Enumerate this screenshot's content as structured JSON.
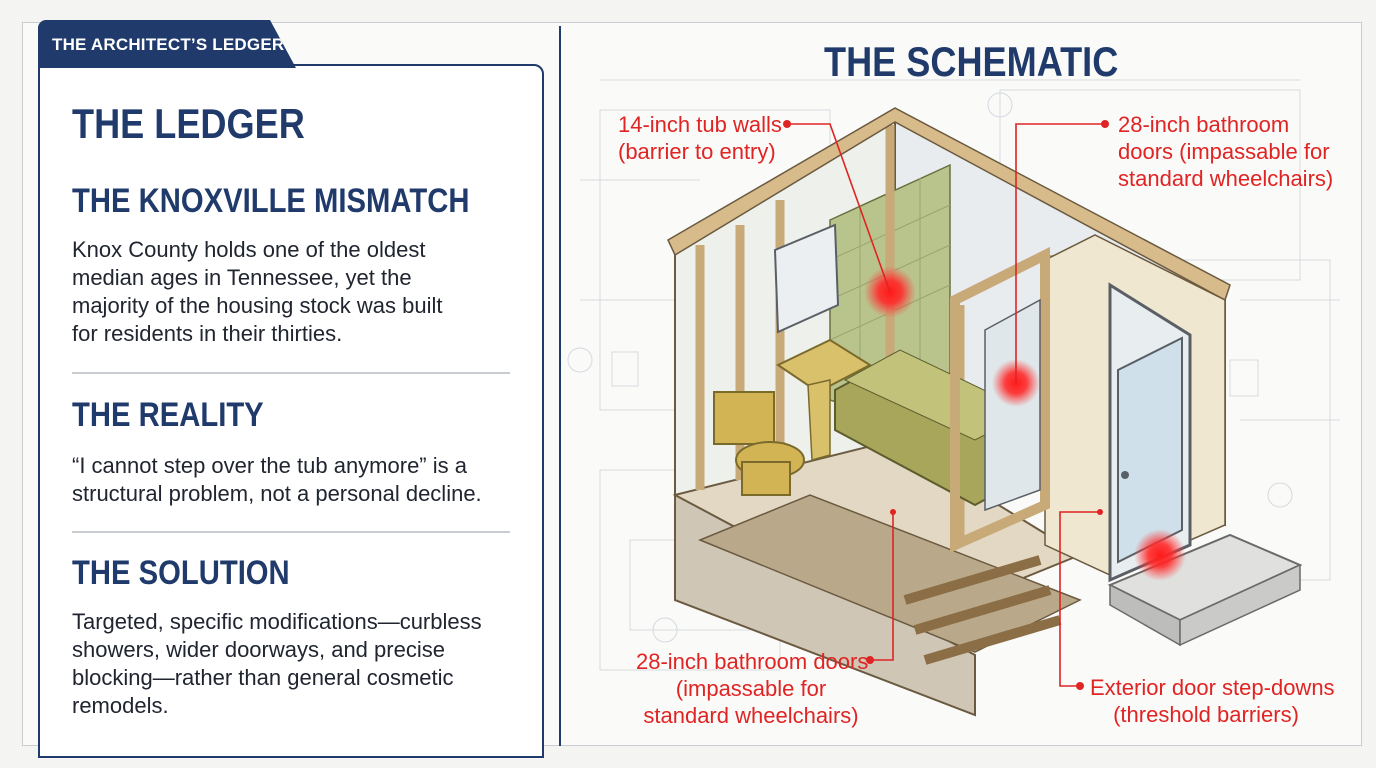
{
  "ledger": {
    "tab_label": "THE ARCHITECT’S LEDGER",
    "title": "THE LEDGER",
    "sections": [
      {
        "heading": "THE KNOXVILLE MISMATCH",
        "lines": [
          "Knox County holds one of the oldest",
          "median ages in Tennessee, yet the",
          "majority of the housing stock was built",
          "for residents in their thirties."
        ]
      },
      {
        "heading": "THE REALITY",
        "lines": [
          "“I cannot step over the tub anymore” is a",
          "structural problem, not a personal decline."
        ]
      },
      {
        "heading": "THE SOLUTION",
        "lines": [
          "Targeted, specific modifications—curbless",
          "showers, wider doorways, and precise",
          "blocking—rather than general cosmetic",
          "remodels."
        ]
      }
    ]
  },
  "schematic": {
    "title": "THE SCHEMATIC",
    "callouts": [
      {
        "lines": [
          "14-inch tub walls",
          "(barrier to entry)"
        ]
      },
      {
        "lines": [
          "28-inch bathroom",
          "doors (impassable for",
          "standard wheelchairs)"
        ]
      },
      {
        "lines": [
          "28-inch bathroom doors",
          "(impassable for",
          "standard wheelchairs)"
        ]
      },
      {
        "lines": [
          "Exterior door step-downs",
          "(threshold barriers)"
        ]
      }
    ],
    "accent_color": "#e02424",
    "brand_color": "#1f3a6b"
  }
}
